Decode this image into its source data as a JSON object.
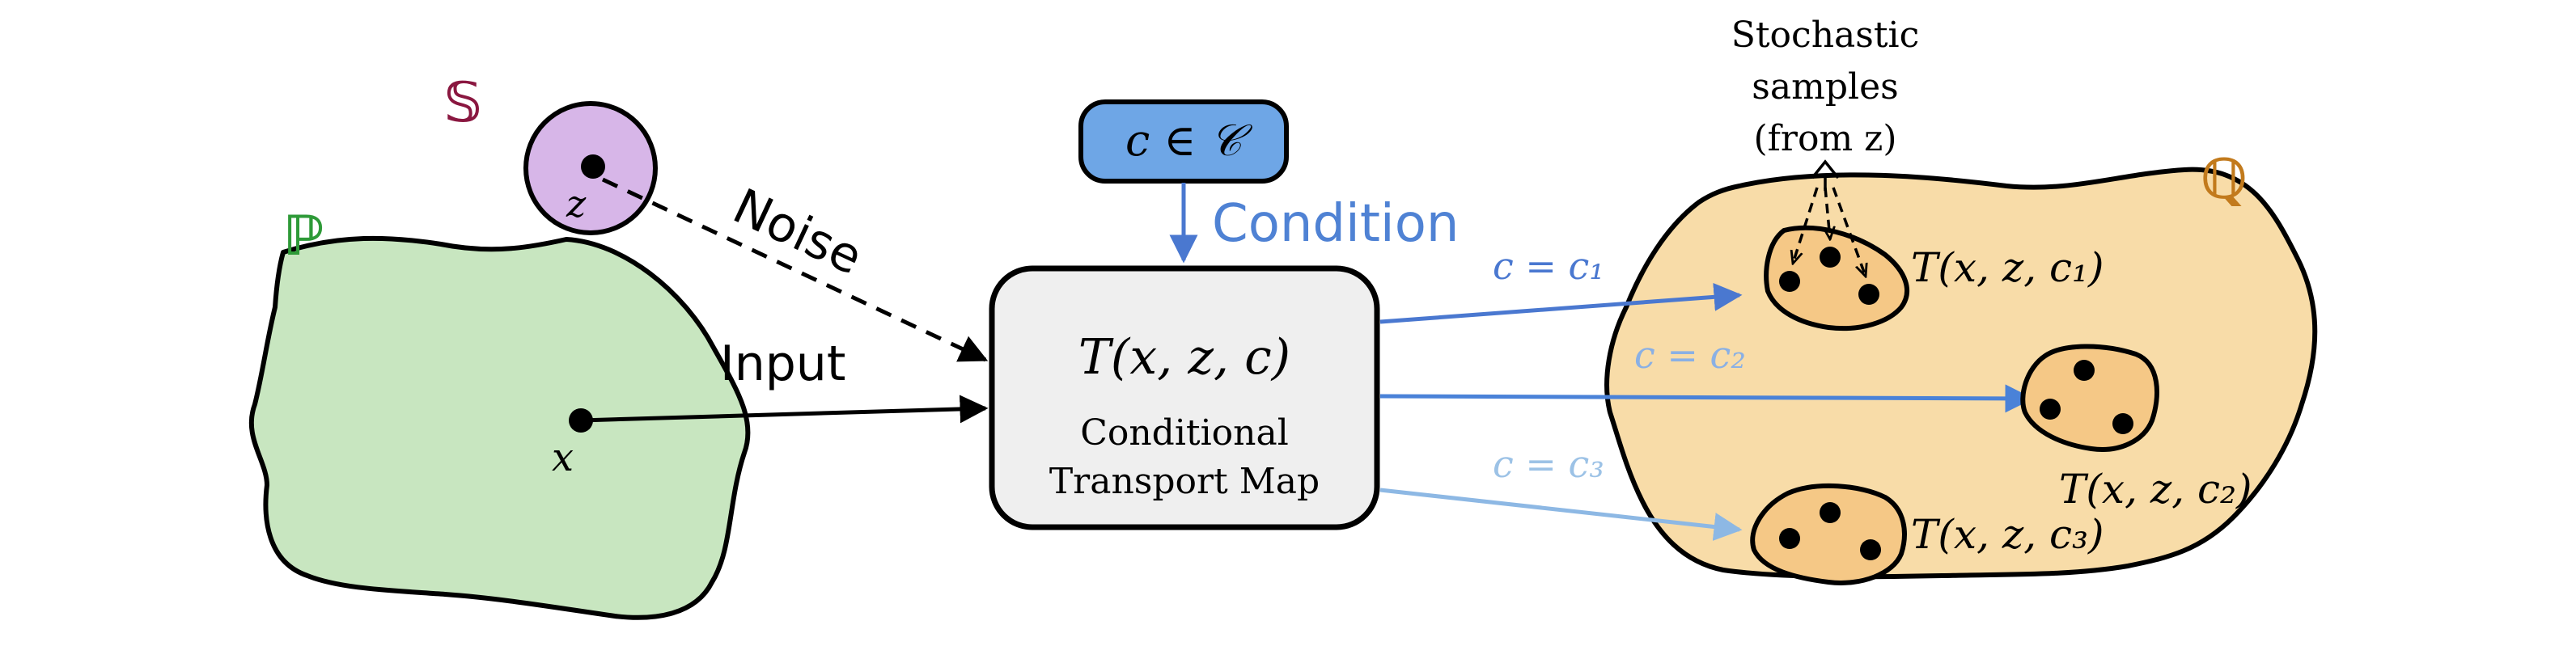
{
  "colors": {
    "p_fill": "#c8e6c0",
    "q_fill": "#f8dca8",
    "cluster_fill": "#f5c886",
    "s_fill": "#d7b6e8",
    "condition_box": "#6ea6e6",
    "map_box": "#efefef",
    "p_label": "#2e9a38",
    "s_label": "#8a1740",
    "q_label": "#c27a1c",
    "condition_text": "#4f82d4",
    "arrow_c1": "#4a78d0",
    "arrow_c2": "#4a82d8",
    "arrow_c3": "#8db8e4",
    "label_c3": "#9cc2e6"
  },
  "labels": {
    "p_space": "ℙ",
    "s_space": "𝕊",
    "q_space": "ℚ",
    "noise_var": "z",
    "input_var": "x",
    "noise_arrow": "Noise",
    "input_arrow": "Input",
    "condition_set": "c ∈ 𝒞",
    "condition_arrow": "Condition",
    "map_formula": "T(x, z, c)",
    "map_name_line1": "Conditional",
    "map_name_line2": "Transport Map",
    "stochastic_line1": "Stochastic",
    "stochastic_line2": "samples",
    "stochastic_line3": "(from z)",
    "c1_label": "c = c₁",
    "c2_label": "c = c₂",
    "c3_label": "c = c₃",
    "t1_label": "T(x, z, c₁)",
    "t2_label": "T(x, z, c₂)",
    "t3_label": "T(x, z, c₃)"
  }
}
